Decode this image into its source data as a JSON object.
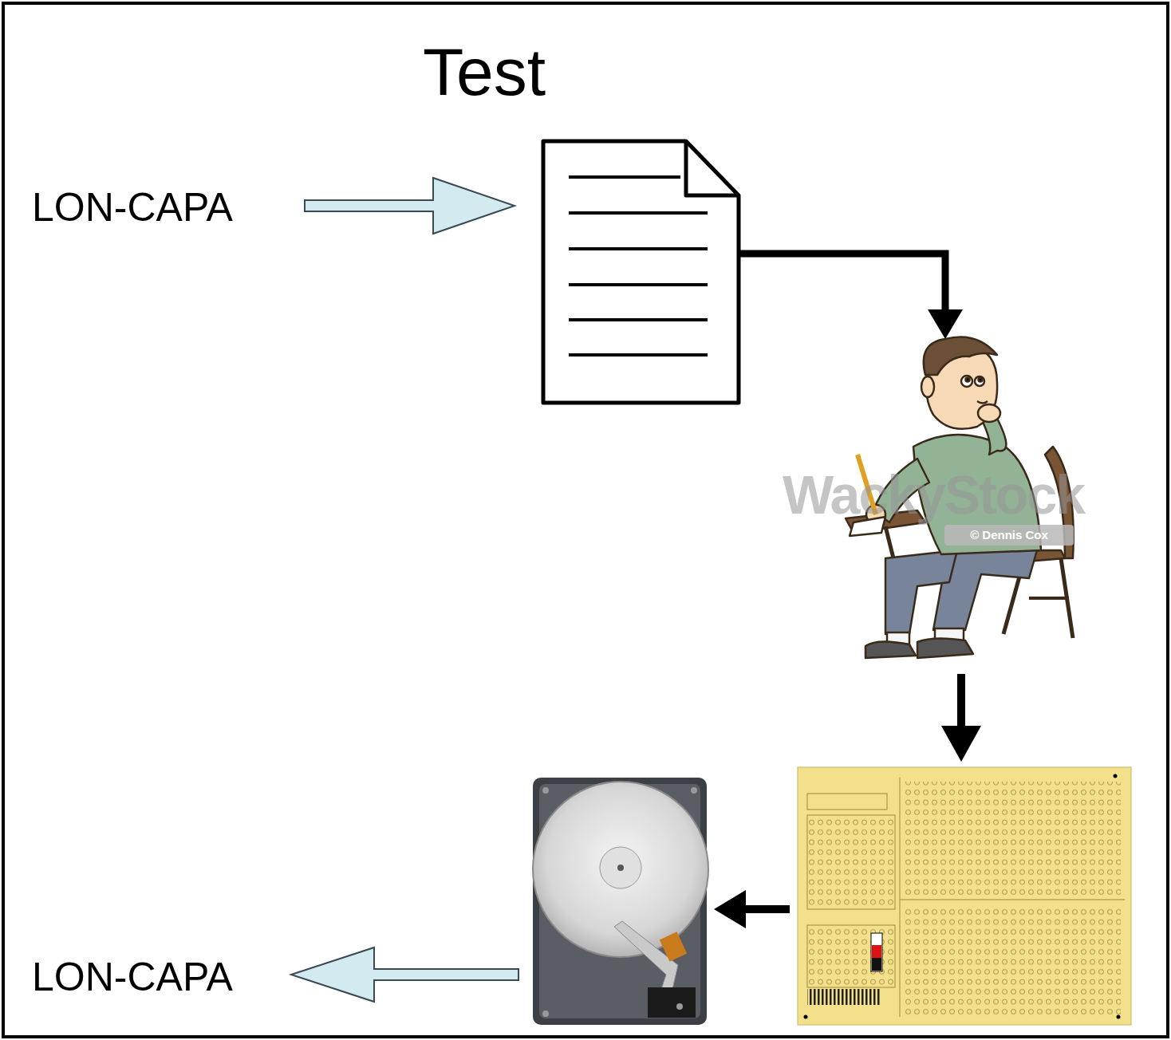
{
  "diagram": {
    "title": "Test",
    "labels": [
      "LON-CAPA",
      "LON-CAPA",
      "WackyStock",
      "© Dennis Cox"
    ]
  }
}
